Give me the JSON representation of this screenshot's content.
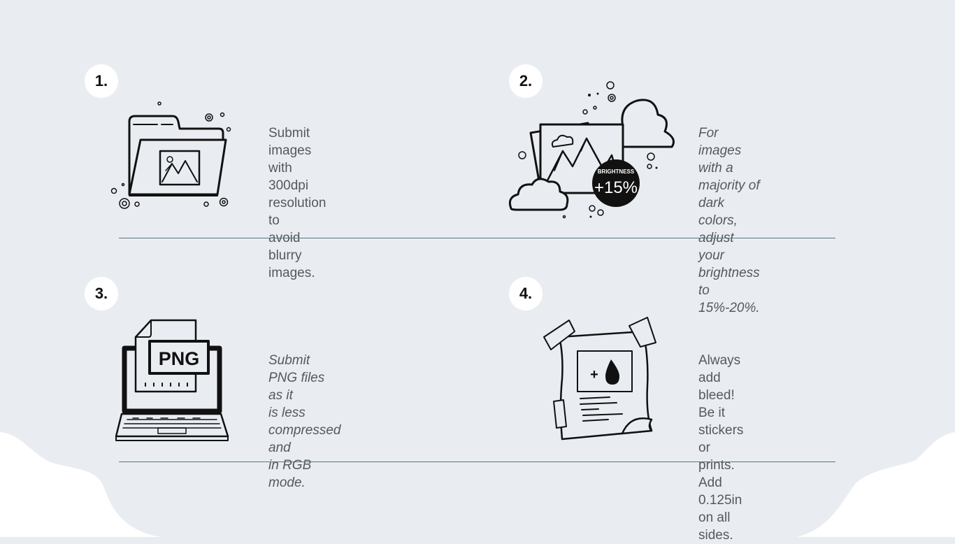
{
  "steps": [
    {
      "number": "1.",
      "text": "Submit images with\n300dpi resolution to\navoid blurry\nimages.",
      "italic": false,
      "icon": "folder-image-icon"
    },
    {
      "number": "2.",
      "text": "For images with a\nmajority of dark\ncolors, adjust your\nbrightness to\n15%-20%.",
      "italic": true,
      "icon": "brightness-photo-icon",
      "badge_top_text": "BRIGHTNESS",
      "badge_value": "+15%"
    },
    {
      "number": "3.",
      "text": "Submit PNG files as it\nis less compressed and\nin RGB mode.",
      "italic": true,
      "icon": "laptop-png-icon",
      "file_label": "PNG"
    },
    {
      "number": "4.",
      "text": "Always add bleed!\nBe it stickers or\nprints.\nAdd 0.125in on all\nsides.",
      "italic": false,
      "icon": "taped-print-icon",
      "print_symbol": "+"
    }
  ],
  "colors": {
    "background": "#e9edf2",
    "blob": "#ffffff",
    "divider": "#5d7280",
    "text": "#55595d"
  }
}
